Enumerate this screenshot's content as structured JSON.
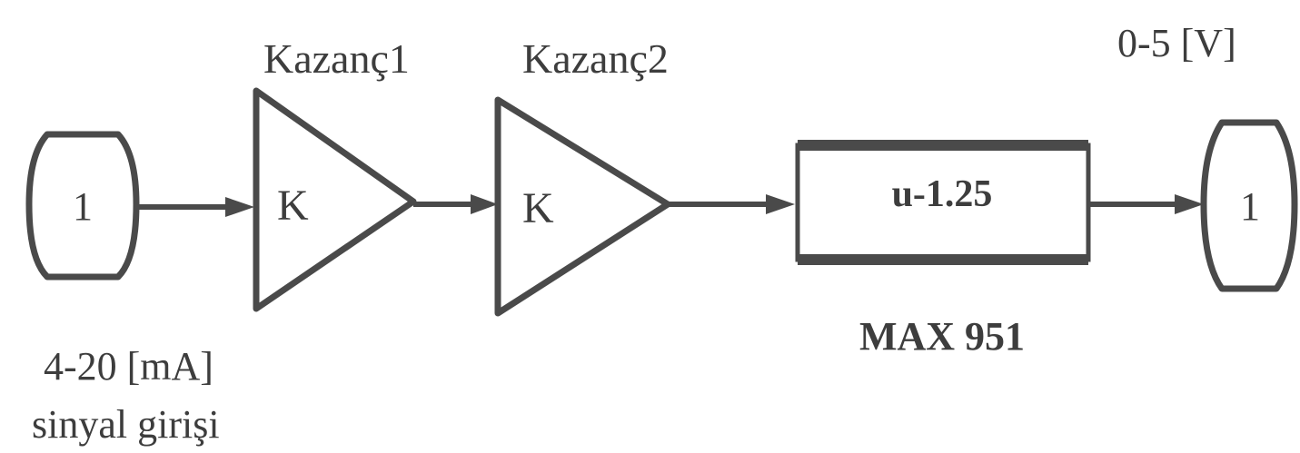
{
  "input_port": {
    "number": "1",
    "signal": "4-20 [mA]",
    "caption": "sinyal girişi"
  },
  "gain1": {
    "title": "Kazanç1",
    "symbol": "K"
  },
  "gain2": {
    "title": "Kazanç2",
    "symbol": "K"
  },
  "function_block": {
    "expression": "u-1.25",
    "caption": "MAX 951"
  },
  "output_port": {
    "number": "1",
    "signal": "0-5 [V]"
  },
  "colors": {
    "stroke": "#4a4a4a",
    "text": "#3d3d3d",
    "background": "#ffffff"
  }
}
